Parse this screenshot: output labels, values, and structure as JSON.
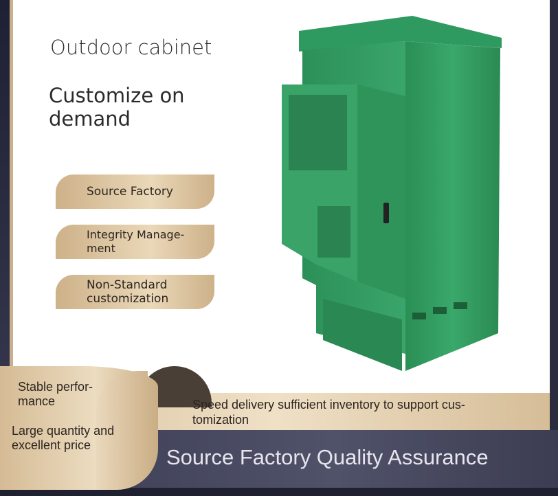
{
  "heading": "Outdoor cabinet",
  "subheading": "Customize on demand",
  "features": [
    "Source Factory",
    "Integrity Manage-ment",
    "Non-Standard customization"
  ],
  "scroll_items": [
    "Stable perfor-mance",
    "Large quantity and excellent price"
  ],
  "delivery_text": "Speed delivery sufficient inventory to support cus-tomization",
  "banner": "Source Factory Quality Assurance",
  "colors": {
    "cabinet": "#2e9a5e",
    "gold": "#d8c09c",
    "navy": "#3a3b52"
  }
}
